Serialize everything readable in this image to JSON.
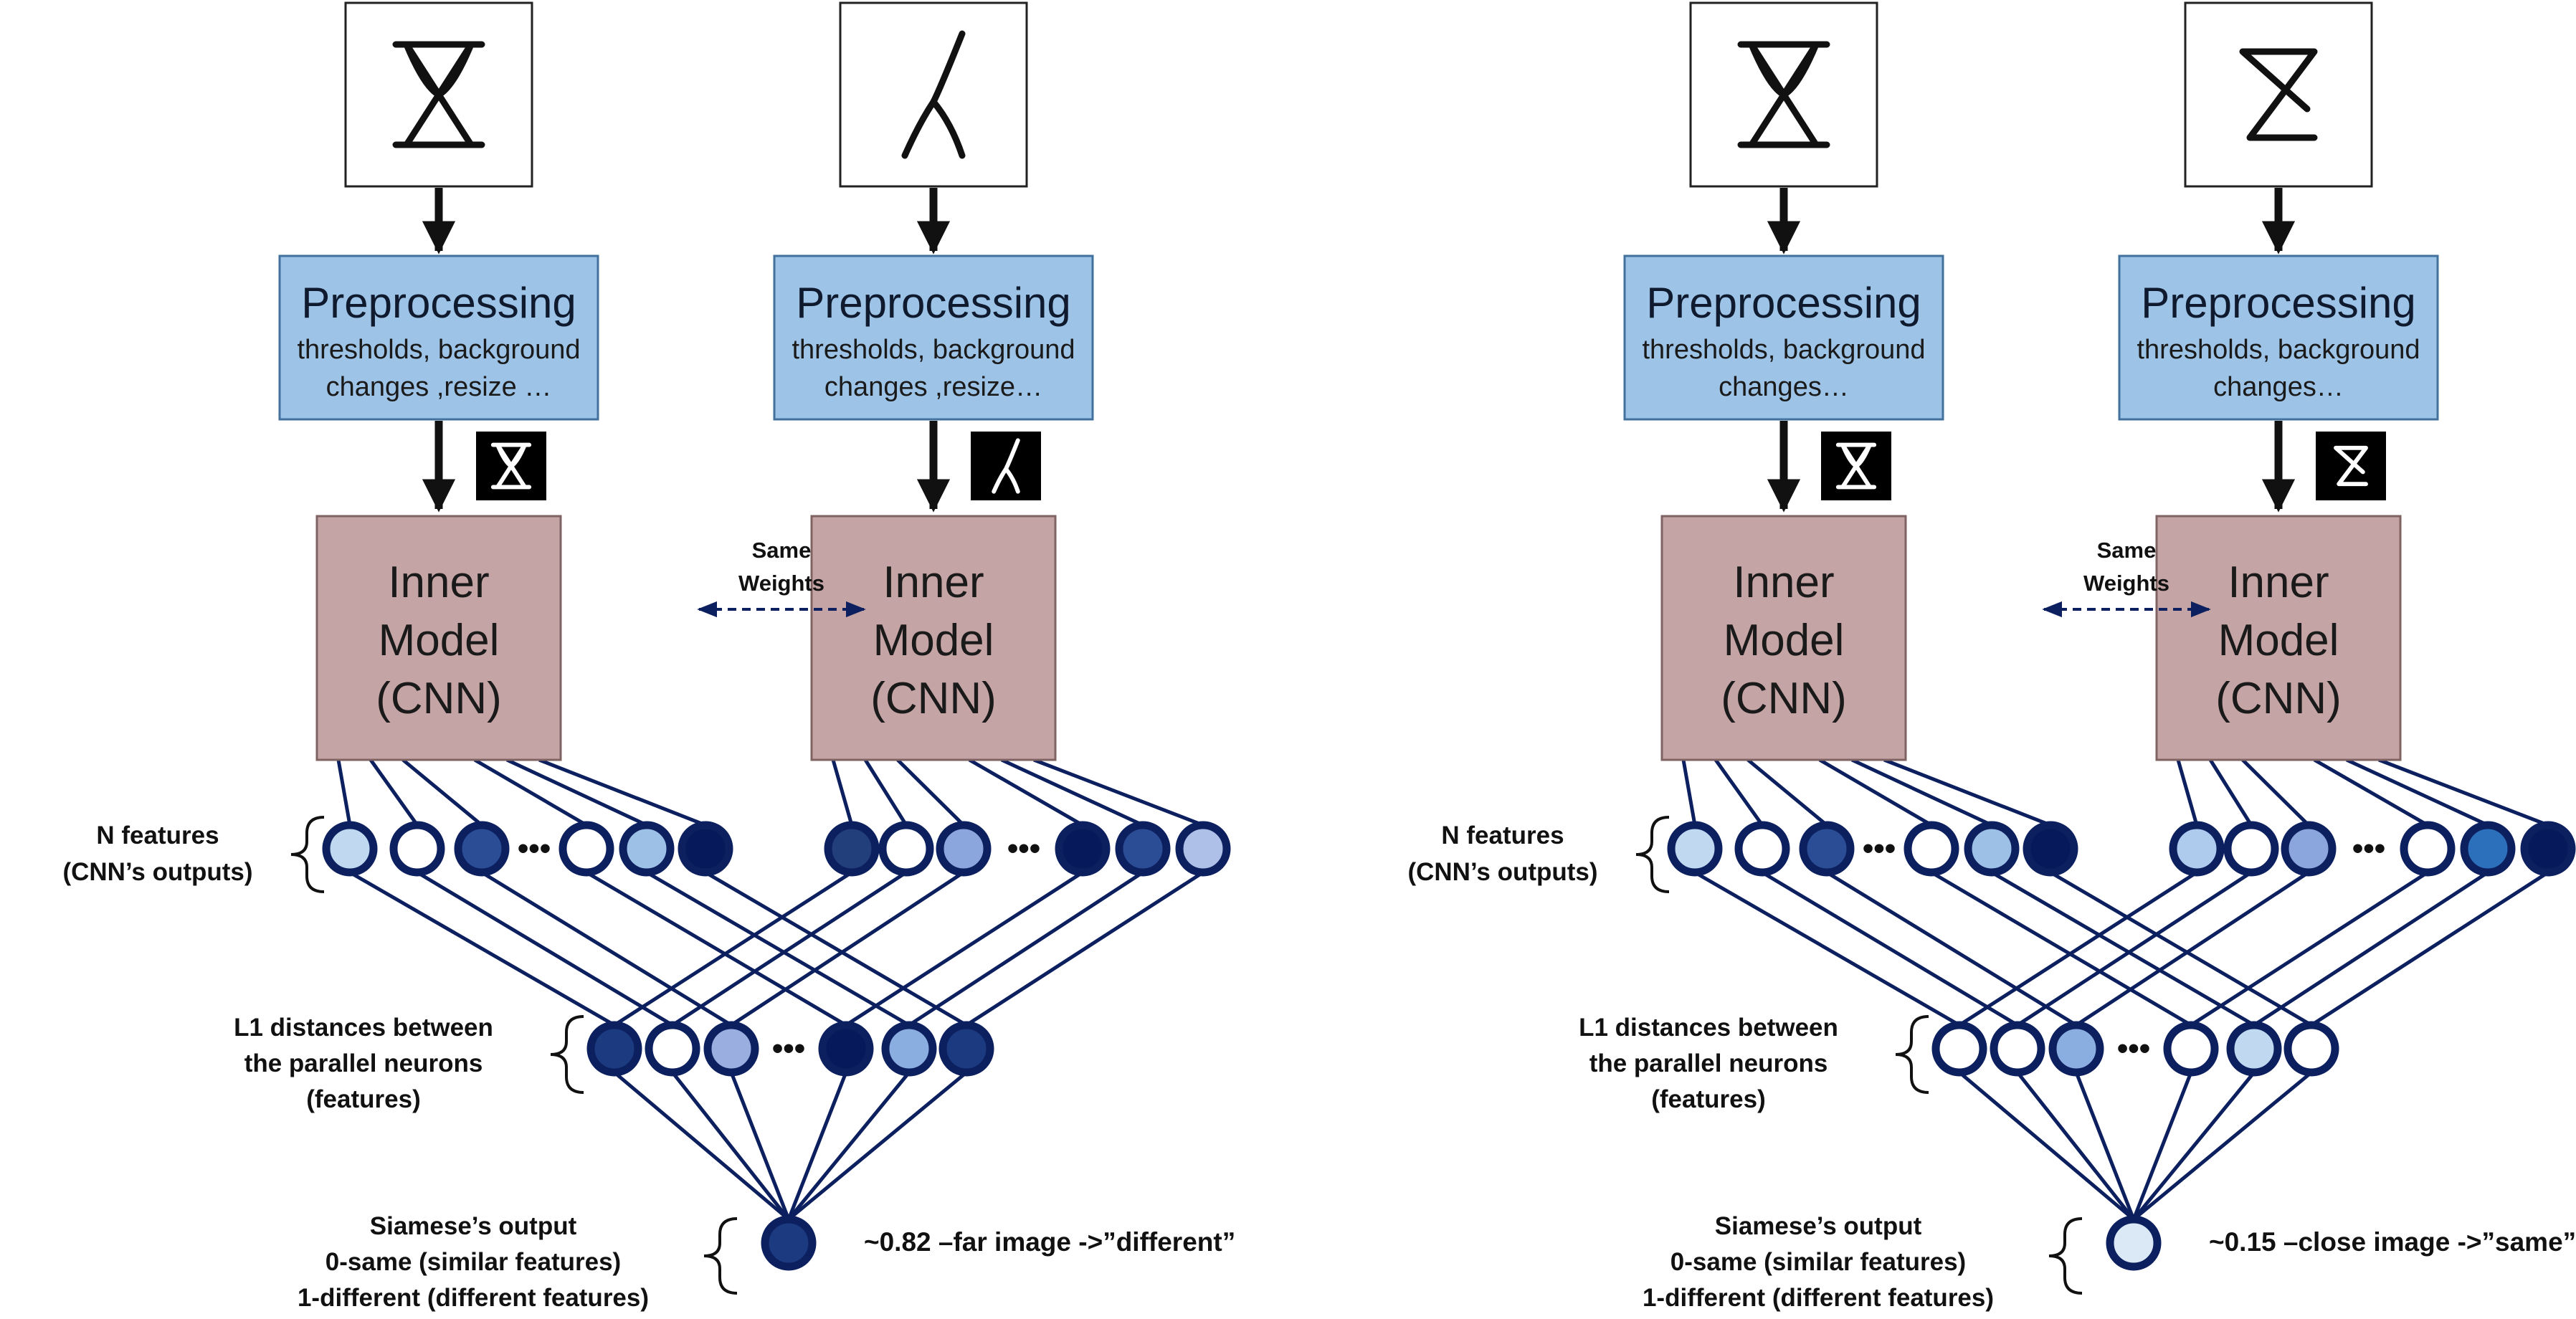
{
  "colors": {
    "preprocessing_fill": "#9dc3e6",
    "preprocessing_stroke": "#41719c",
    "model_fill": "#c4a4a4",
    "model_stroke": "#7f6363",
    "neuron_stroke": "#0c1f5e",
    "line": "#0c1f5e",
    "arrow": "#111111"
  },
  "panels": [
    {
      "id": "left",
      "branches": [
        {
          "id": "a",
          "preprocessing": {
            "title": "Preprocessing",
            "line1": "thresholds, background",
            "line2": "changes ,resize …"
          },
          "model": {
            "line1": "Inner",
            "line2": "Model",
            "line3": "(CNN)"
          },
          "features": [
            "#c0d8f0",
            "#ffffff",
            "#2b4d96",
            "dots",
            "#ffffff",
            "#9cc0e6",
            "#06195a"
          ]
        },
        {
          "id": "b",
          "preprocessing": {
            "title": "Preprocessing",
            "line1": "thresholds, background",
            "line2": "changes ,resize…"
          },
          "model": {
            "line1": "Inner",
            "line2": "Model",
            "line3": "(CNN)"
          },
          "features": [
            "#223f7c",
            "#ffffff",
            "#8aa6dc",
            "dots",
            "#06195a",
            "#2b4d96",
            "#aebfe8"
          ]
        }
      ],
      "same_weights": {
        "line1": "Same",
        "line2": "Weights"
      },
      "labels": {
        "features": [
          "N features",
          "(CNN’s outputs)"
        ],
        "distances": [
          "L1 distances between",
          "the parallel neurons",
          "(features)"
        ],
        "output": [
          "Siamese’s output",
          "0-same (similar features)",
          "1-different (different features)"
        ]
      },
      "distances": [
        "#1b3a80",
        "#ffffff",
        "#9aaee0",
        "dots",
        "#06195a",
        "#8aaedf",
        "#1b3a80"
      ],
      "output": {
        "color": "#1b3a80",
        "text": "~0.82 –far image ->”different”"
      }
    },
    {
      "id": "right",
      "branches": [
        {
          "id": "a",
          "preprocessing": {
            "title": "Preprocessing",
            "line1": "thresholds, background",
            "line2": "changes…"
          },
          "model": {
            "line1": "Inner",
            "line2": "Model",
            "line3": "(CNN)"
          },
          "features": [
            "#c0d8f0",
            "#ffffff",
            "#2b4d96",
            "dots",
            "#ffffff",
            "#9cc0e6",
            "#06195a"
          ]
        },
        {
          "id": "b",
          "preprocessing": {
            "title": "Preprocessing",
            "line1": "thresholds, background",
            "line2": "changes…"
          },
          "model": {
            "line1": "Inner",
            "line2": "Model",
            "line3": "(CNN)"
          },
          "features": [
            "#aecbee",
            "#ffffff",
            "#8aa6dc",
            "dots",
            "#ffffff",
            "#2c6fba",
            "#06195a"
          ]
        }
      ],
      "same_weights": {
        "line1": "Same",
        "line2": "Weights"
      },
      "labels": {
        "features": [
          "N features",
          "(CNN’s outputs)"
        ],
        "distances": [
          "L1 distances between",
          "the parallel neurons",
          "(features)"
        ],
        "output": [
          "Siamese’s output",
          "0-same (similar features)",
          "1-different (different features)"
        ]
      },
      "distances": [
        "#ffffff",
        "#ffffff",
        "#8aaedf",
        "dots",
        "#ffffff",
        "#c0d8f0",
        "#ffffff"
      ],
      "output": {
        "color": "#dbe9f7",
        "text": "~0.15 –close image ->”same”"
      }
    }
  ]
}
